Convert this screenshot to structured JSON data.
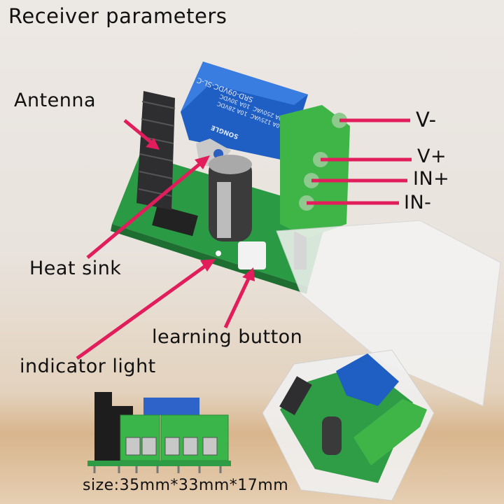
{
  "title": "Receiver parameters",
  "labels": {
    "antenna": "Antenna",
    "v_minus": "V-",
    "v_plus": "V+",
    "in_plus": "IN+",
    "in_minus": "IN-",
    "heat_sink": "Heat sink",
    "learning_button": "learning button",
    "indicator_light": "indicator light",
    "size": "size:35mm*33mm*17mm"
  },
  "relay_markings": [
    "SRD-09VDC-SL-C",
    "10A 250VAC  10A 30VDC",
    "10A 125VAC  10A 28VDC",
    "SONGLE"
  ],
  "colors": {
    "arrow": "#e21d5b",
    "pcb": "#2fa84a",
    "terminal": "#3fb548",
    "relay": "#1f5fc4"
  }
}
